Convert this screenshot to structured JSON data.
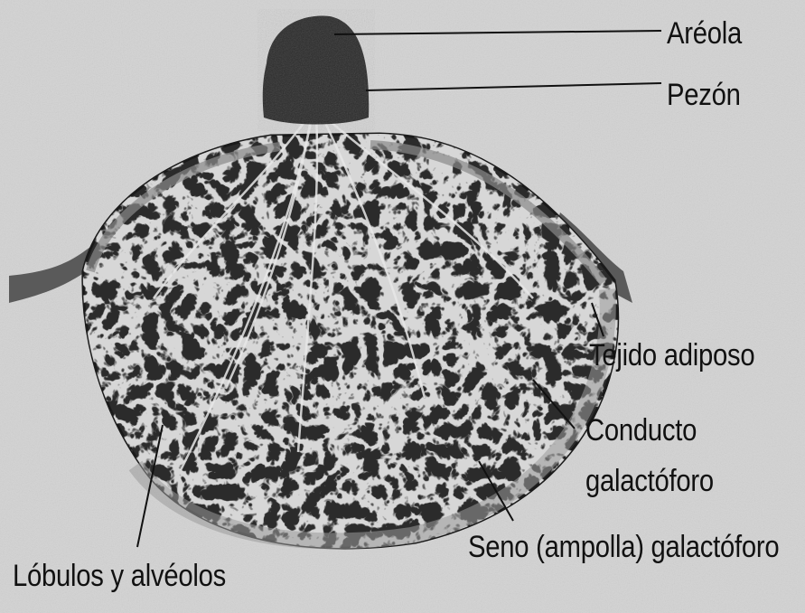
{
  "labels": {
    "areola": "Aréola",
    "pezon": "Pezón",
    "tejido_adiposo": "Tejido adiposo",
    "conducto_line1": "Conducto",
    "conducto_line2": "galactóforo",
    "seno": "Seno (ampolla) galactóforo",
    "lobulos": "Lóbulos y alvéolos"
  }
}
